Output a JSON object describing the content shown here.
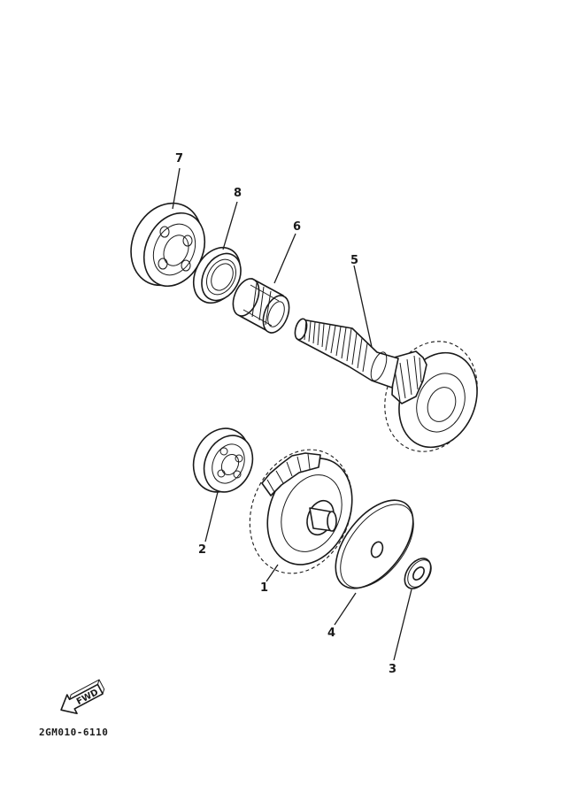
{
  "callouts": [
    "7",
    "8",
    "6",
    "5",
    "2",
    "1",
    "4",
    "3"
  ],
  "fwd_label": "FWD",
  "drawing_code": "2GM010-6110"
}
